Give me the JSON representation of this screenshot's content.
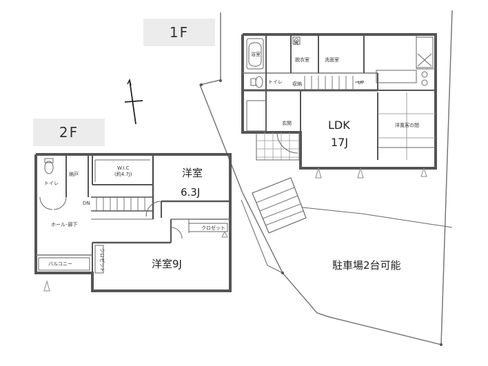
{
  "floor1": {
    "label": "1F",
    "rooms": {
      "ldk_name": "LDK",
      "ldk_size": "17J",
      "bath": "浴室",
      "dressing": "脱衣室",
      "washroom": "洗面室",
      "toilet": "トイレ",
      "storage": "収納",
      "entrance": "玄関",
      "japanese": "洋風客の間",
      "up": "UP",
      "wash": "洗"
    }
  },
  "floor2": {
    "label": "2F",
    "rooms": {
      "western1_name": "洋室",
      "western1_size": "6.3J",
      "western2": "洋室9J",
      "wic": "W.I.C",
      "wic_size": "(約4.7J)",
      "toilet": "トイレ",
      "storage": "納戸",
      "hall": "ホール･廊下",
      "closet1": "クロゼット",
      "closet2": "クロゼット",
      "balcony": "バルコニー",
      "dn": "DN"
    }
  },
  "site": {
    "parking": "駐車場2台可能"
  }
}
